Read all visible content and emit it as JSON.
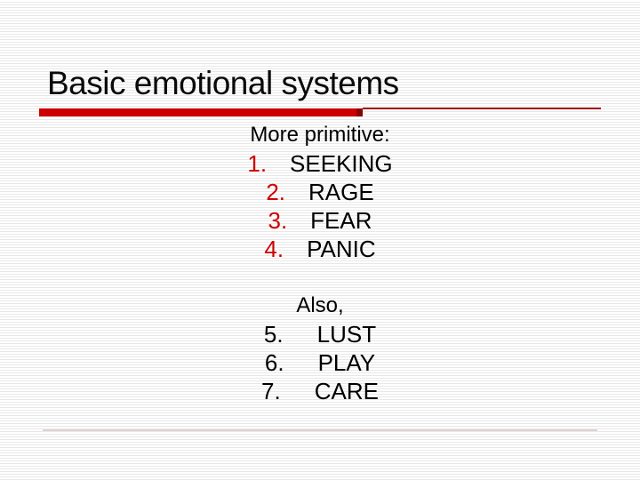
{
  "slide": {
    "title": "Basic emotional systems",
    "body": {
      "intro": "More primitive:",
      "primary_items": [
        {
          "num": "1.",
          "label": "SEEKING"
        },
        {
          "num": "2.",
          "label": "RAGE"
        },
        {
          "num": "3.",
          "label": "FEAR"
        },
        {
          "num": "4.",
          "label": "PANIC"
        }
      ],
      "also": "Also,",
      "secondary_items": [
        {
          "num": "5.",
          "label": "LUST"
        },
        {
          "num": "6.",
          "label": "PLAY"
        },
        {
          "num": "7.",
          "label": "CARE"
        }
      ]
    },
    "colors": {
      "accent_red": "#cc0000",
      "accent_dark_red": "#990000",
      "bar_end_cap": "#8b0000",
      "primary_number_red": "#cc0000",
      "secondary_number_black": "#000000",
      "text_black": "#000000",
      "stripe_gray": "#e8e8e8",
      "footer_line_pink": "#e2d2d2",
      "background": "#ffffff"
    }
  }
}
